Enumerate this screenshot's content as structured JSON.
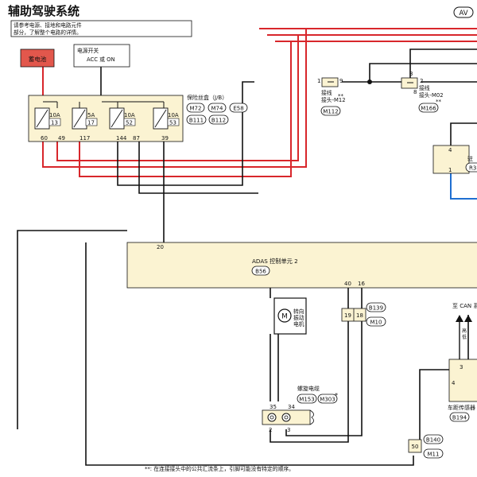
{
  "title": "辅助驾驶系统",
  "badge": "AV",
  "note": {
    "line1": "请参考电源、接地和电路元件",
    "line2": "部分，了解整个电路的详情。"
  },
  "battery": {
    "label": "蓄电池"
  },
  "power_switch": {
    "line1": "电源开关",
    "line2": "ACC 或 ON"
  },
  "fuse_block": {
    "label": "保险丝盒（J/B）",
    "fuses": [
      {
        "rating": "10A",
        "number": "13"
      },
      {
        "rating": "5A",
        "number": "17"
      },
      {
        "rating": "10A",
        "number": "52"
      },
      {
        "rating": "10A",
        "number": "53"
      }
    ],
    "connectors": [
      "M72",
      "M74",
      "E58",
      "B111",
      "B112"
    ],
    "pins": [
      "60",
      "49",
      "117",
      "144",
      "87",
      "39"
    ]
  },
  "joint_m12": {
    "pin_left": "1",
    "pin_right": "9",
    "line1": "接线",
    "line2": "接头-M12",
    "mark": "**",
    "connector": "M112"
  },
  "joint_m02": {
    "pin_top": "3",
    "pin_right": "2",
    "pin_bottom": "8",
    "line1": "接线",
    "line2": "接头-M02",
    "mark": "**",
    "connector": "M166"
  },
  "right_component": {
    "pin_top": "4",
    "pin_bottom": "1",
    "label_partial": "R3",
    "text_partial": "驻"
  },
  "adas_unit": {
    "pin_top": "20",
    "label": "ADAS 控制单元 2",
    "connector": "B56",
    "pin_a": "40",
    "pin_b": "16"
  },
  "motor": {
    "line1": "转向",
    "line2": "振动",
    "line3": "电机"
  },
  "connector_pair": {
    "left": "19",
    "right": "18",
    "conn_a": "B139",
    "conn_b": "M10"
  },
  "spiral_cable": {
    "label": "螺旋电缆",
    "mark": "*",
    "conn_a": "M153",
    "conn_b": "M303",
    "pin_tl": "35",
    "pin_tr": "34",
    "pin_bl": "2",
    "pin_br": "3"
  },
  "can_label": "至 CAN 系",
  "right_bottom": {
    "pin_3": "3",
    "pin_4": "4",
    "label": "车距传感器",
    "connector": "B194"
  },
  "bottom_connector": {
    "pin": "50",
    "conn_a": "B140",
    "conn_b": "M11"
  },
  "footnote": "**: 在连接接头中的公共汇流条上，引脚可能没有特定的顺序。",
  "colors": {
    "wire_red": "#d8262b",
    "wire_black": "#111111",
    "wire_blue": "#1f6fd1",
    "unit_fill": "#fbf3d2",
    "battery_fill": "#e2574c"
  }
}
